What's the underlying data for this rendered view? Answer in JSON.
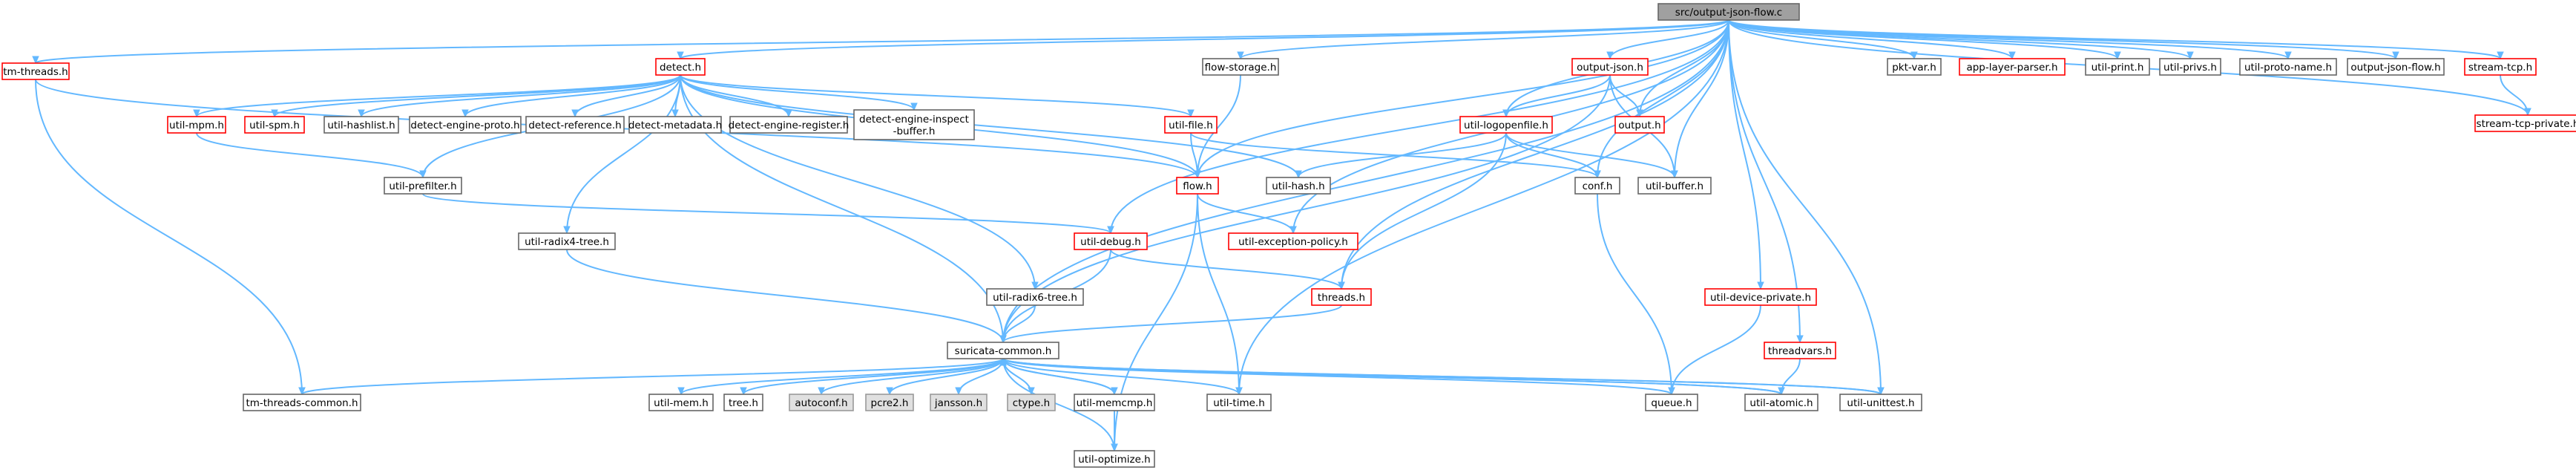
{
  "graph": {
    "root": "src/output-json-flow.c",
    "nodes": [
      {
        "id": "root",
        "lines": [
          "src/output-json-flow.c"
        ],
        "style": "root"
      },
      {
        "id": "tmthreads",
        "lines": [
          "tm-threads.h"
        ],
        "style": "red"
      },
      {
        "id": "detect",
        "lines": [
          "detect.h"
        ],
        "style": "red"
      },
      {
        "id": "utilmpm",
        "lines": [
          "util-mpm.h"
        ],
        "style": "red"
      },
      {
        "id": "utilspm",
        "lines": [
          "util-spm.h"
        ],
        "style": "red"
      },
      {
        "id": "utilhashlist",
        "lines": [
          "util-hashlist.h"
        ],
        "style": "white"
      },
      {
        "id": "detectengineproto",
        "lines": [
          "detect-engine-proto.h"
        ],
        "style": "white"
      },
      {
        "id": "detectreference",
        "lines": [
          "detect-reference.h"
        ],
        "style": "white"
      },
      {
        "id": "detectmetadata",
        "lines": [
          "detect-metadata.h"
        ],
        "style": "white"
      },
      {
        "id": "detectengineregister",
        "lines": [
          "detect-engine-register.h"
        ],
        "style": "white"
      },
      {
        "id": "detectengineinspectbuffer",
        "lines": [
          "detect-engine-inspect",
          "-buffer.h"
        ],
        "style": "white"
      },
      {
        "id": "flowstorage",
        "lines": [
          "flow-storage.h"
        ],
        "style": "white"
      },
      {
        "id": "outputjson",
        "lines": [
          "output-json.h"
        ],
        "style": "red"
      },
      {
        "id": "pktvar",
        "lines": [
          "pkt-var.h"
        ],
        "style": "white"
      },
      {
        "id": "applayerparser",
        "lines": [
          "app-layer-parser.h"
        ],
        "style": "red"
      },
      {
        "id": "utilprint",
        "lines": [
          "util-print.h"
        ],
        "style": "white"
      },
      {
        "id": "utilprivs",
        "lines": [
          "util-privs.h"
        ],
        "style": "white"
      },
      {
        "id": "utilprotoname",
        "lines": [
          "util-proto-name.h"
        ],
        "style": "white"
      },
      {
        "id": "outputjsonflow",
        "lines": [
          "output-json-flow.h"
        ],
        "style": "white"
      },
      {
        "id": "streamtcp",
        "lines": [
          "stream-tcp.h"
        ],
        "style": "red"
      },
      {
        "id": "streamtcpprivate",
        "lines": [
          "stream-tcp-private.h"
        ],
        "style": "red"
      },
      {
        "id": "utilfile",
        "lines": [
          "util-file.h"
        ],
        "style": "red"
      },
      {
        "id": "utillogopenfile",
        "lines": [
          "util-logopenfile.h"
        ],
        "style": "red"
      },
      {
        "id": "output",
        "lines": [
          "output.h"
        ],
        "style": "red"
      },
      {
        "id": "utilprefilter",
        "lines": [
          "util-prefilter.h"
        ],
        "style": "white"
      },
      {
        "id": "utilhash",
        "lines": [
          "util-hash.h"
        ],
        "style": "white"
      },
      {
        "id": "flow",
        "lines": [
          "flow.h"
        ],
        "style": "red"
      },
      {
        "id": "conf",
        "lines": [
          "conf.h"
        ],
        "style": "white"
      },
      {
        "id": "utilbuffer",
        "lines": [
          "util-buffer.h"
        ],
        "style": "white"
      },
      {
        "id": "utilradix4tree",
        "lines": [
          "util-radix4-tree.h"
        ],
        "style": "white"
      },
      {
        "id": "utildebug",
        "lines": [
          "util-debug.h"
        ],
        "style": "red"
      },
      {
        "id": "utilexceptionpolicy",
        "lines": [
          "util-exception-policy.h"
        ],
        "style": "red"
      },
      {
        "id": "utilradix6tree",
        "lines": [
          "util-radix6-tree.h"
        ],
        "style": "white"
      },
      {
        "id": "threads",
        "lines": [
          "threads.h"
        ],
        "style": "red"
      },
      {
        "id": "utildeviceprivate",
        "lines": [
          "util-device-private.h"
        ],
        "style": "red"
      },
      {
        "id": "threadvars",
        "lines": [
          "threadvars.h"
        ],
        "style": "red"
      },
      {
        "id": "suricatacommon",
        "lines": [
          "suricata-common.h"
        ],
        "style": "white"
      },
      {
        "id": "tmthreadscommon",
        "lines": [
          "tm-threads-common.h"
        ],
        "style": "white"
      },
      {
        "id": "utilmem",
        "lines": [
          "util-mem.h"
        ],
        "style": "white"
      },
      {
        "id": "tree",
        "lines": [
          "tree.h"
        ],
        "style": "white"
      },
      {
        "id": "autoconf",
        "lines": [
          "autoconf.h"
        ],
        "style": "gray"
      },
      {
        "id": "pcre2",
        "lines": [
          "pcre2.h"
        ],
        "style": "gray"
      },
      {
        "id": "jansson",
        "lines": [
          "jansson.h"
        ],
        "style": "gray"
      },
      {
        "id": "ctype",
        "lines": [
          "ctype.h"
        ],
        "style": "gray"
      },
      {
        "id": "utilmemcmp",
        "lines": [
          "util-memcmp.h"
        ],
        "style": "white"
      },
      {
        "id": "utiltime",
        "lines": [
          "util-time.h"
        ],
        "style": "white"
      },
      {
        "id": "queue",
        "lines": [
          "queue.h"
        ],
        "style": "white"
      },
      {
        "id": "utilatomic",
        "lines": [
          "util-atomic.h"
        ],
        "style": "white"
      },
      {
        "id": "utilunittest",
        "lines": [
          "util-unittest.h"
        ],
        "style": "white"
      },
      {
        "id": "utiloptimize",
        "lines": [
          "util-optimize.h"
        ],
        "style": "white"
      }
    ],
    "edges": [
      [
        "root",
        "tmthreads"
      ],
      [
        "root",
        "detect"
      ],
      [
        "root",
        "flowstorage"
      ],
      [
        "root",
        "outputjson"
      ],
      [
        "root",
        "pktvar"
      ],
      [
        "root",
        "applayerparser"
      ],
      [
        "root",
        "utilprint"
      ],
      [
        "root",
        "utilprivs"
      ],
      [
        "root",
        "utilprotoname"
      ],
      [
        "root",
        "outputjsonflow"
      ],
      [
        "root",
        "streamtcp"
      ],
      [
        "root",
        "streamtcpprivate"
      ],
      [
        "root",
        "utilunittest"
      ],
      [
        "root",
        "utiltime"
      ],
      [
        "root",
        "threadvars"
      ],
      [
        "root",
        "utildeviceprivate"
      ],
      [
        "root",
        "utilbuffer"
      ],
      [
        "root",
        "conf"
      ],
      [
        "root",
        "output"
      ],
      [
        "root",
        "utillogopenfile"
      ],
      [
        "root",
        "threads"
      ],
      [
        "root",
        "utilexceptionpolicy"
      ],
      [
        "root",
        "utildebug"
      ],
      [
        "root",
        "suricatacommon"
      ],
      [
        "root",
        "flow"
      ],
      [
        "tmthreads",
        "flow"
      ],
      [
        "tmthreads",
        "tmthreadscommon"
      ],
      [
        "detect",
        "utilmpm"
      ],
      [
        "detect",
        "utilspm"
      ],
      [
        "detect",
        "utilhashlist"
      ],
      [
        "detect",
        "detectengineproto"
      ],
      [
        "detect",
        "detectreference"
      ],
      [
        "detect",
        "detectmetadata"
      ],
      [
        "detect",
        "detectengineregister"
      ],
      [
        "detect",
        "detectengineinspectbuffer"
      ],
      [
        "detect",
        "utilfile"
      ],
      [
        "detect",
        "utilhash"
      ],
      [
        "detect",
        "flow"
      ],
      [
        "detect",
        "utilprefilter"
      ],
      [
        "detect",
        "utilradix4tree"
      ],
      [
        "detect",
        "utilradix6tree"
      ],
      [
        "detect",
        "suricatacommon"
      ],
      [
        "utilmpm",
        "utilprefilter"
      ],
      [
        "flowstorage",
        "flow"
      ],
      [
        "outputjson",
        "output"
      ],
      [
        "outputjson",
        "utillogopenfile"
      ],
      [
        "outputjson",
        "utilbuffer"
      ],
      [
        "outputjson",
        "suricatacommon"
      ],
      [
        "streamtcp",
        "streamtcpprivate"
      ],
      [
        "utilfile",
        "flow"
      ],
      [
        "utilfile",
        "conf"
      ],
      [
        "utillogopenfile",
        "utilhash"
      ],
      [
        "utillogopenfile",
        "conf"
      ],
      [
        "utillogopenfile",
        "utilbuffer"
      ],
      [
        "utillogopenfile",
        "threads"
      ],
      [
        "utilprefilter",
        "utildebug"
      ],
      [
        "flow",
        "utilexceptionpolicy"
      ],
      [
        "flow",
        "utiltime"
      ],
      [
        "flow",
        "utiloptimize"
      ],
      [
        "conf",
        "queue"
      ],
      [
        "utilradix4tree",
        "suricatacommon"
      ],
      [
        "utildebug",
        "threads"
      ],
      [
        "utildebug",
        "suricatacommon"
      ],
      [
        "utilradix6tree",
        "suricatacommon"
      ],
      [
        "threads",
        "suricatacommon"
      ],
      [
        "utildeviceprivate",
        "queue"
      ],
      [
        "threadvars",
        "utilatomic"
      ],
      [
        "suricatacommon",
        "tmthreadscommon"
      ],
      [
        "suricatacommon",
        "utilmem"
      ],
      [
        "suricatacommon",
        "tree"
      ],
      [
        "suricatacommon",
        "autoconf"
      ],
      [
        "suricatacommon",
        "pcre2"
      ],
      [
        "suricatacommon",
        "jansson"
      ],
      [
        "suricatacommon",
        "ctype"
      ],
      [
        "suricatacommon",
        "utilmemcmp"
      ],
      [
        "suricatacommon",
        "utiltime"
      ],
      [
        "suricatacommon",
        "queue"
      ],
      [
        "suricatacommon",
        "utilatomic"
      ],
      [
        "suricatacommon",
        "utilunittest"
      ],
      [
        "suricatacommon",
        "utiloptimize"
      ],
      [
        "utilmemcmp",
        "suricatacommon"
      ],
      [
        "utilmemcmp",
        "utiloptimize"
      ],
      [
        "utilatomic",
        "suricatacommon"
      ],
      [
        "utilunittest",
        "suricatacommon"
      ]
    ]
  },
  "colors": {
    "edge": "#63b8ff",
    "red_border": "#ff0000",
    "gray_border": "#666666",
    "gray_fill": "#e0e0e0",
    "root_fill": "#a0a0a0"
  }
}
